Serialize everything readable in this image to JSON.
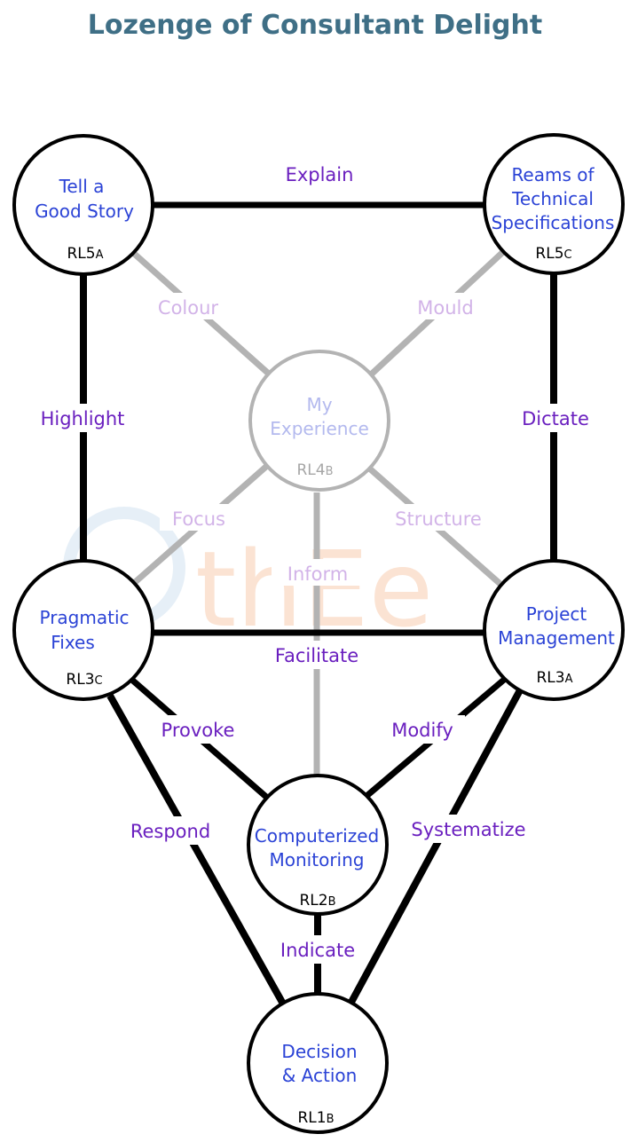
{
  "title": "Lozenge of Consultant Delight",
  "nodes": {
    "tell_story": {
      "lines": [
        "Tell a",
        "Good Story"
      ],
      "code": "RL5",
      "sub": "A"
    },
    "reams": {
      "lines": [
        "Reams of",
        "Technical",
        "Specifications"
      ],
      "code": "RL5",
      "sub": "C"
    },
    "experience": {
      "lines": [
        "My",
        "Experience"
      ],
      "code": "RL4",
      "sub": "B"
    },
    "pragmatic": {
      "lines": [
        "Pragmatic",
        "Fixes"
      ],
      "code": "RL3",
      "sub": "C"
    },
    "project_mgmt": {
      "lines": [
        "Project",
        "Management"
      ],
      "code": "RL3",
      "sub": "A"
    },
    "computerized": {
      "lines": [
        "Computerized",
        "Monitoring"
      ],
      "code": "RL2",
      "sub": "B"
    },
    "decision": {
      "lines": [
        "Decision",
        "& Action"
      ],
      "code": "RL1",
      "sub": "B"
    }
  },
  "edges": {
    "explain": "Explain",
    "highlight": "Highlight",
    "dictate": "Dictate",
    "colour": "Colour",
    "mould": "Mould",
    "focus": "Focus",
    "structure": "Structure",
    "inform": "Inform",
    "facilitate": "Facilitate",
    "provoke": "Provoke",
    "modify": "Modify",
    "respond": "Respond",
    "systematize": "Systematize",
    "indicate": "Indicate"
  },
  "colors": {
    "title": "#3f6f86",
    "node_text": "#2b43d6",
    "edge_text": "#6a1fbf",
    "faint_edge_text": "#d2b3e8",
    "faint_node_text": "#b3b9ee",
    "strong_line": "#000000",
    "faint_line": "#b3b3b3"
  },
  "watermark": "thEe"
}
